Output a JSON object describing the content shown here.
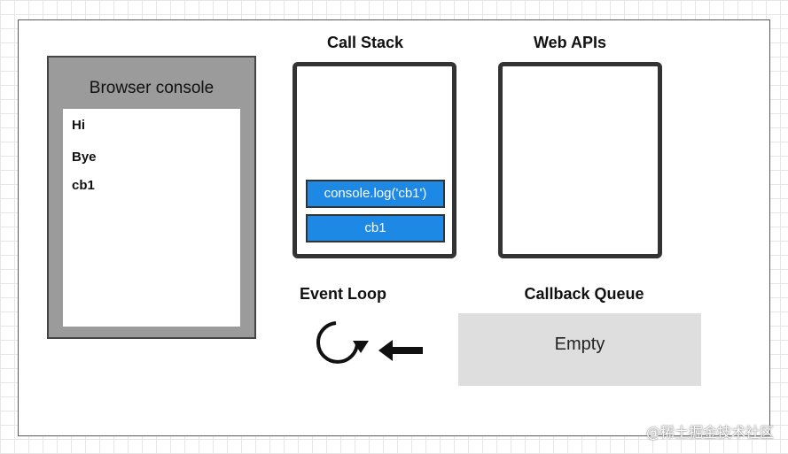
{
  "console": {
    "title": "Browser console",
    "lines": [
      "Hi",
      "Bye",
      "cb1"
    ]
  },
  "call_stack": {
    "title": "Call Stack",
    "frames": [
      "console.log('cb1')",
      "cb1"
    ]
  },
  "web_apis": {
    "title": "Web APIs"
  },
  "event_loop": {
    "title": "Event Loop"
  },
  "callback_queue": {
    "title": "Callback Queue",
    "content": "Empty"
  },
  "watermark": "@稀土掘金技术社区",
  "colors": {
    "frame": "#1e88e5",
    "console_panel": "#9b9b9b",
    "queue": "#dedede"
  },
  "icons": [
    "loop-arrow-icon",
    "left-arrow-icon"
  ]
}
